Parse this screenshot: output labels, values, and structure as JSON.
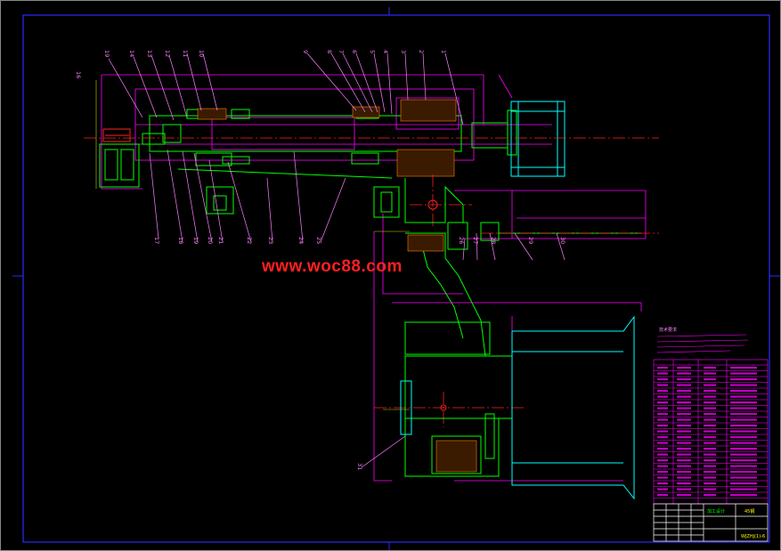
{
  "watermark": "www.woc88.com",
  "colors": {
    "background": "#000000",
    "frame": "#1c1cff",
    "outline": "#ff00ff",
    "body": "#00ff00",
    "center": "#ff2020",
    "section": "#00ffff",
    "dimension": "#ffff00",
    "leader": "#ff80ff"
  },
  "balloons_top": [
    "19",
    "14",
    "13",
    "12",
    "11",
    "10",
    "9",
    "8",
    "7",
    "6",
    "5",
    "4",
    "3",
    "2",
    "1"
  ],
  "balloons_left": [
    "16"
  ],
  "balloons_bottom": [
    "17",
    "18",
    "19",
    "20",
    "21",
    "22",
    "23",
    "24",
    "25",
    "26",
    "27",
    "28",
    "29",
    "30"
  ],
  "balloons_lower": [
    "31"
  ],
  "notes_title": "技术要求",
  "title_block": {
    "drawing_name": "加工设计",
    "drawing_code": "WJZHJ(1)-6",
    "material": "45钢"
  }
}
